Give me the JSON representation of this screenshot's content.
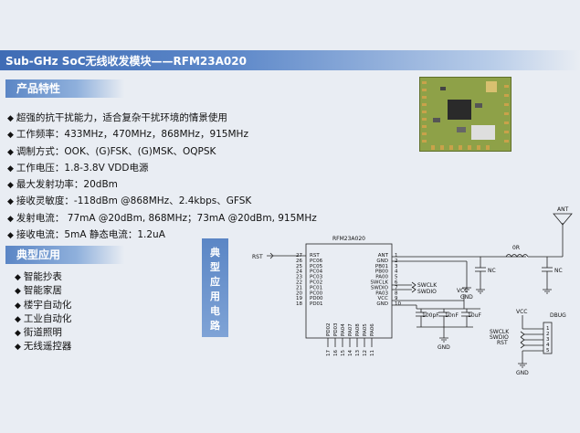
{
  "header": {
    "title": "Sub-GHz SoC无线收发模块——RFM23A020"
  },
  "features": {
    "label": "产品特性",
    "items": [
      "超强的抗干扰能力，适合复杂干扰环境的情景使用",
      "工作频率：433MHz，470MHz，868MHz，915MHz",
      "调制方式：OOK、(G)FSK、(G)MSK、OQPSK",
      "工作电压：1.8-3.8V VDD电源",
      "最大发射功率：20dBm",
      "接收灵敏度：-118dBm @868MHz、2.4kbps、GFSK",
      "发射电流：  77mA @20dBm, 868MHz；73mA @20dBm, 915MHz",
      "接收电流：5mA    静态电流：1.2uA"
    ]
  },
  "applications": {
    "label": "典型应用",
    "items": [
      "智能抄表",
      "智能家居",
      "楼宇自动化",
      "工业自动化",
      "街道照明",
      "无线遥控器"
    ]
  },
  "circuit": {
    "label": "典型应用电路",
    "chars": [
      "典",
      "型",
      "应",
      "用",
      "电",
      "路"
    ],
    "chip_name": "RFM23A020",
    "left_pins": [
      {
        "num": "27",
        "name": "RST"
      },
      {
        "num": "26",
        "name": "PC06"
      },
      {
        "num": "25",
        "name": "PC05"
      },
      {
        "num": "24",
        "name": "PC04"
      },
      {
        "num": "23",
        "name": "PC03"
      },
      {
        "num": "22",
        "name": "PC02"
      },
      {
        "num": "21",
        "name": "PC01"
      },
      {
        "num": "20",
        "name": "PC00"
      },
      {
        "num": "19",
        "name": "PD00"
      },
      {
        "num": "18",
        "name": "PD01"
      }
    ],
    "right_pins": [
      {
        "num": "1",
        "name": "ANT"
      },
      {
        "num": "2",
        "name": "GND"
      },
      {
        "num": "3",
        "name": "PB01"
      },
      {
        "num": "4",
        "name": "PB00"
      },
      {
        "num": "5",
        "name": "PA00"
      },
      {
        "num": "6",
        "name": "SWCLK"
      },
      {
        "num": "7",
        "name": "SWDIO"
      },
      {
        "num": "8",
        "name": "PA03"
      },
      {
        "num": "9",
        "name": "VCC"
      },
      {
        "num": "10",
        "name": "GND"
      }
    ],
    "bottom_pins": [
      {
        "num": "17",
        "name": "PD02"
      },
      {
        "num": "16",
        "name": "PD03"
      },
      {
        "num": "15",
        "name": "PA04"
      },
      {
        "num": "14",
        "name": "PA07"
      },
      {
        "num": "13",
        "name": "PA08"
      },
      {
        "num": "12",
        "name": "PA05"
      },
      {
        "num": "11",
        "name": "PA06"
      }
    ],
    "rst_label": "RST",
    "ant_label": "ANT",
    "inductor_label": "0R",
    "nc_label": "NC",
    "swclk_label": "SWCLK",
    "swdio_label": "SWDIO",
    "vcc_label": "VCC",
    "gnd_label": "GND",
    "caps": [
      "100pF",
      "10nF",
      "10uF"
    ],
    "dbug_label": "DBUG",
    "dbug_pins": [
      "VCC",
      "SWCLK",
      "SWDIO",
      "RST"
    ],
    "dbug_nums": [
      "1",
      "2",
      "3",
      "4",
      "5"
    ]
  }
}
